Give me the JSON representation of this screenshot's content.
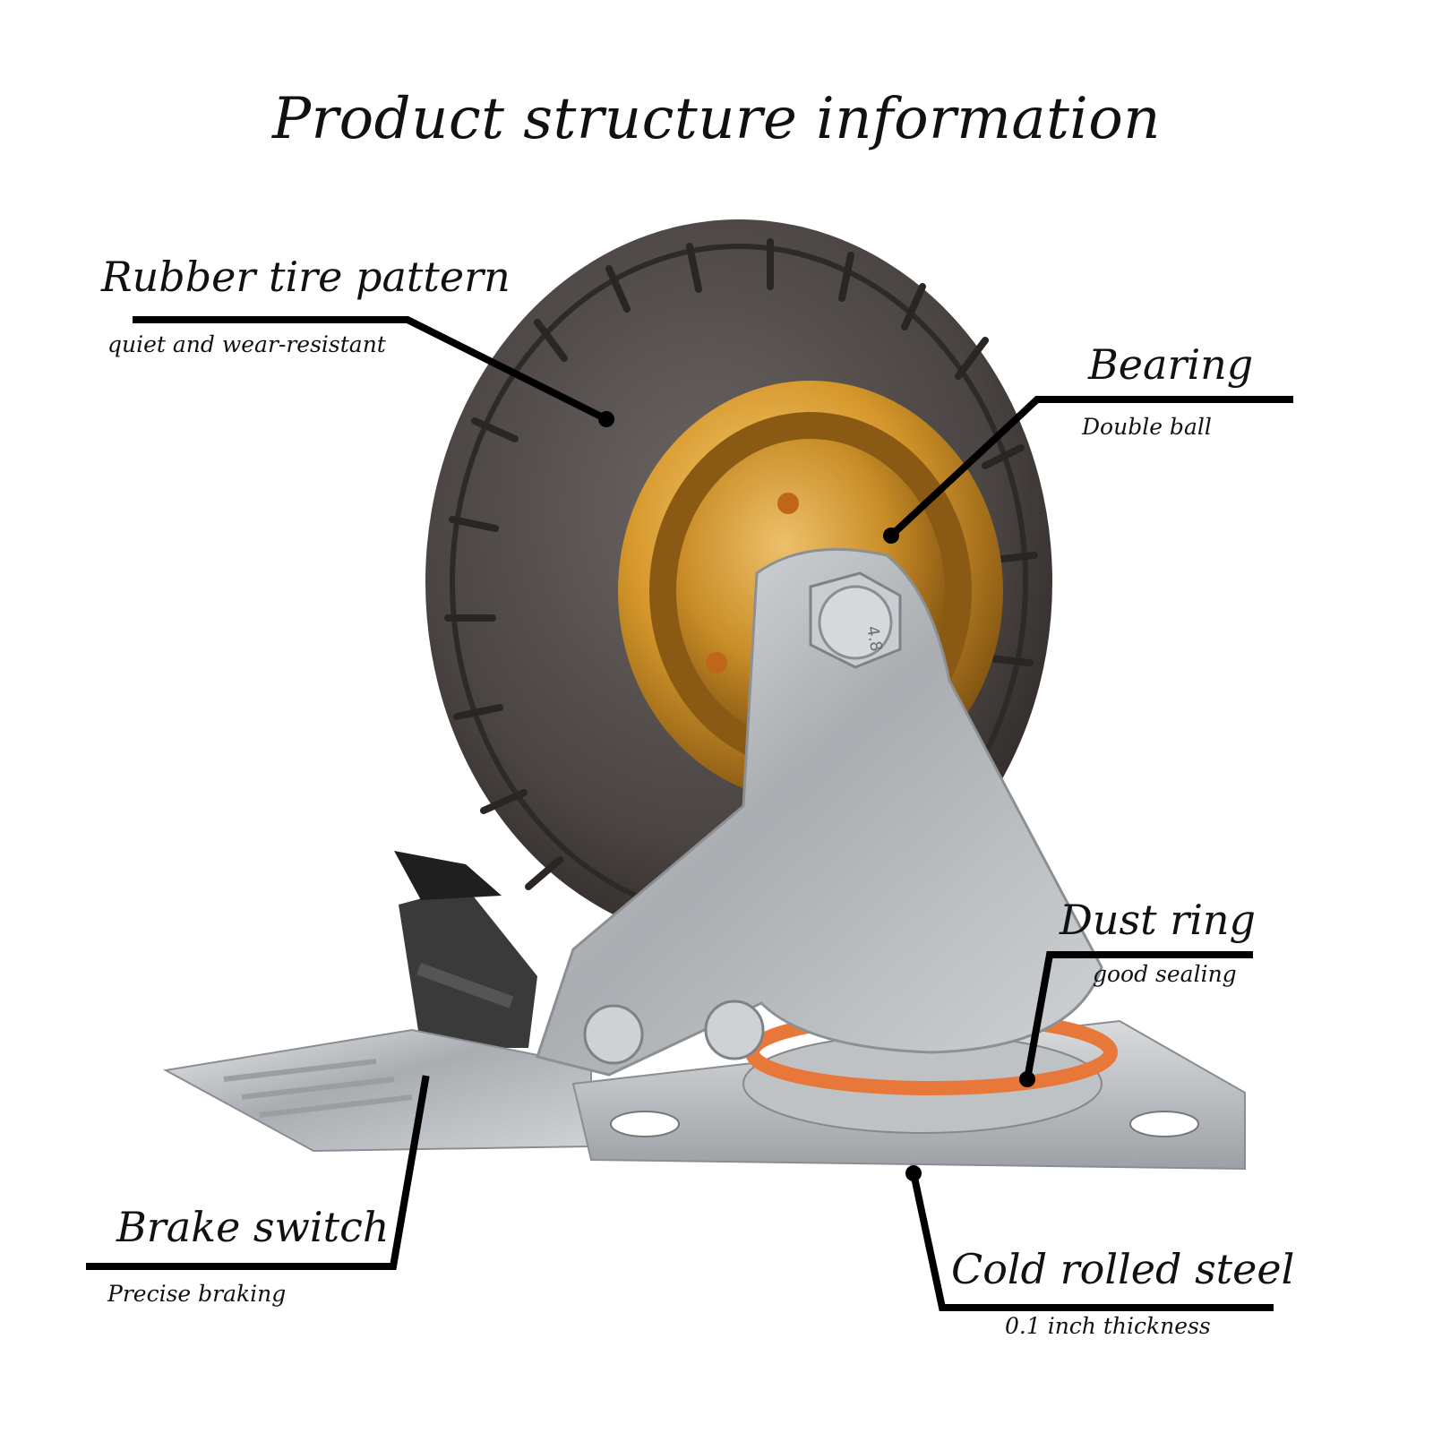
{
  "title": "Product structure information",
  "callouts": {
    "tire": {
      "label": "Rubber tire pattern",
      "detail": "quiet and wear-resistant"
    },
    "bearing": {
      "label": "Bearing",
      "detail": "Double ball"
    },
    "dust_ring": {
      "label": "Dust ring",
      "detail": "good sealing"
    },
    "brake": {
      "label": "Brake switch",
      "detail": "Precise braking"
    },
    "steel": {
      "label": "Cold rolled steel",
      "detail": "0.1 inch thickness"
    }
  },
  "bolt_marking": "4.8",
  "colors": {
    "tire": "#4a4442",
    "hub": "#d4962a",
    "metal": "#b9bcbf",
    "dust_ring": "#e8783a",
    "leader": "#000000"
  }
}
